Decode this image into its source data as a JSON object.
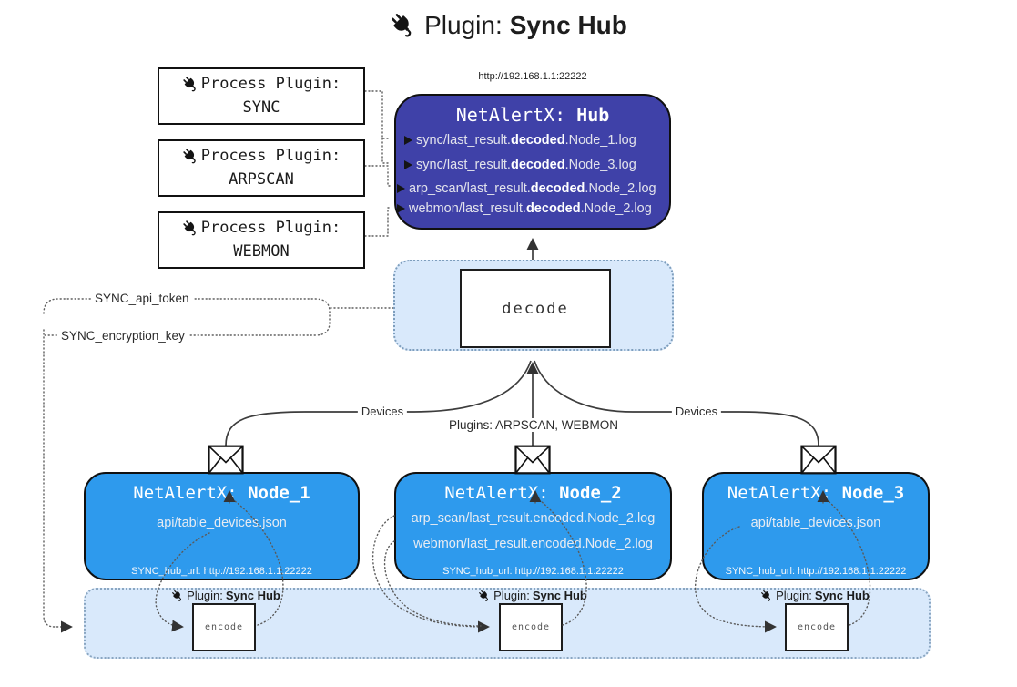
{
  "title": {
    "label": "Plugin:",
    "name": "Sync Hub"
  },
  "hub": {
    "url": "http://192.168.1.1:22222",
    "title": "NetAlertX:",
    "name": "Hub",
    "logs": [
      {
        "pre": "sync/last_result.",
        "bold": "decoded",
        "post": ".Node_1.log"
      },
      {
        "pre": "sync/last_result.",
        "bold": "decoded",
        "post": ".Node_3.log"
      },
      {
        "pre": "arp_scan/last_result.",
        "bold": "decoded",
        "post": ".Node_2.log"
      },
      {
        "pre": "webmon/last_result.",
        "bold": "decoded",
        "post": ".Node_2.log"
      }
    ]
  },
  "process_plugins": [
    {
      "label": "Process Plugin:",
      "name": "SYNC"
    },
    {
      "label": "Process Plugin:",
      "name": "ARPSCAN"
    },
    {
      "label": "Process Plugin:",
      "name": "WEBMON"
    }
  ],
  "decode": {
    "label": "decode"
  },
  "secrets": {
    "api_token": "SYNC_api_token",
    "encryption_key": "SYNC_encryption_key"
  },
  "edges": {
    "devices_left": "Devices",
    "devices_right": "Devices",
    "plugins": "Plugins: ARPSCAN, WEBMON"
  },
  "nodes": [
    {
      "title": "NetAlertX:",
      "name": "Node_1",
      "file1": "api/table_devices.json",
      "hub_url": "SYNC_hub_url: http://192.168.1.1:22222"
    },
    {
      "title": "NetAlertX:",
      "name": "Node_2",
      "file1": "arp_scan/last_result.encoded.Node_2.log",
      "file2": "webmon/last_result.encoded.Node_2.log",
      "hub_url": "SYNC_hub_url: http://192.168.1.1:22222"
    },
    {
      "title": "NetAlertX:",
      "name": "Node_3",
      "file1": "api/table_devices.json",
      "hub_url": "SYNC_hub_url: http://192.168.1.1:22222"
    }
  ],
  "encoders": [
    {
      "label": "Plugin:",
      "name": "Sync Hub",
      "box": "encode"
    },
    {
      "label": "Plugin:",
      "name": "Sync Hub",
      "box": "encode"
    },
    {
      "label": "Plugin:",
      "name": "Sync Hub",
      "box": "encode"
    }
  ],
  "colors": {
    "hub_bg": "#3F41A8",
    "node_bg": "#2E9AED",
    "panel_bg": "#D9E9FB",
    "panel_border": "#7E9EBD",
    "line": "#3D3D3D",
    "arrow": "#333333"
  }
}
